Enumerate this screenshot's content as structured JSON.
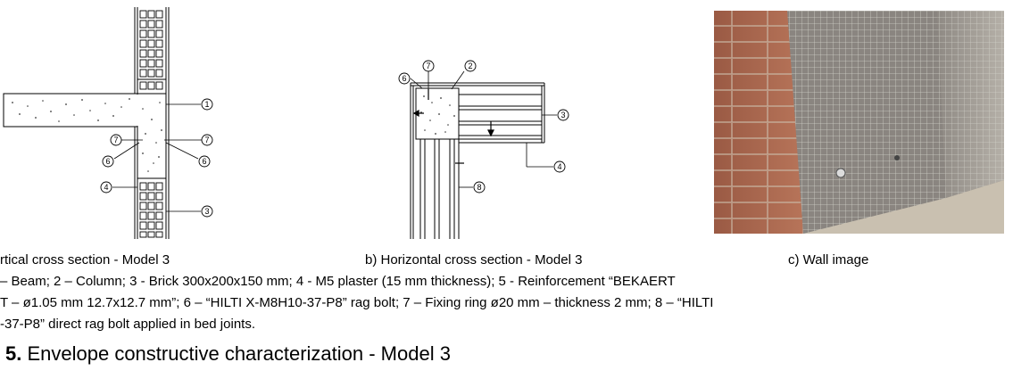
{
  "figure": {
    "panel_a_caption": "rtical cross section - Model 3",
    "panel_b_caption": "b) Horizontal cross section - Model 3",
    "panel_c_caption": "c) Wall image",
    "legend_line1": "– Beam; 2 – Column; 3 - Brick 300x200x150 mm; 4 - M5 plaster (15 mm thickness); 5 - Reinforcement “BEKAERT",
    "legend_line2": "T – ø1.05 mm 12.7x12.7 mm”; 6 – “HILTI X-M8H10-37-P8” rag bolt; 7 – Fixing ring ø20 mm – thickness 2 mm; 8 – “HILTI",
    "legend_line3": "-37-P8” direct rag bolt applied in bed joints.",
    "title_number": "5.",
    "title_text": " Envelope constructive characterization - Model 3"
  },
  "panel_a_labels": [
    "1",
    "7",
    "7",
    "6",
    "6",
    "4",
    "3"
  ],
  "panel_b_labels": [
    "7",
    "2",
    "6",
    "3",
    "4",
    "8"
  ]
}
